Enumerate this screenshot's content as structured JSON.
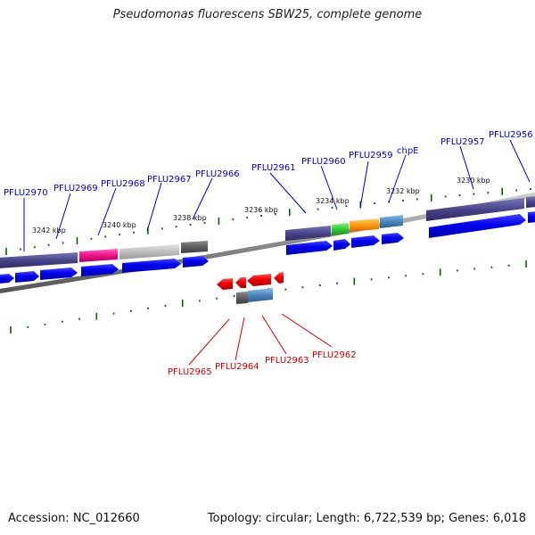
{
  "title": "Pseudomonas fluorescens SBW25, complete genome",
  "footer": {
    "accession": "Accession: NC_012660",
    "topology": "Topology: circular; Length: 6,722,539 bp; Genes: 6,018"
  },
  "scale_labels": [
    "3242 kbp",
    "3240 kbp",
    "3238 kbp",
    "3236 kbp",
    "3234 kbp",
    "3232 kbp",
    "3230 kbp"
  ],
  "genes_top": [
    "PFLU2970",
    "PFLU2969",
    "PFLU2968",
    "PFLU2967",
    "PFLU2966",
    "PFLU2961",
    "PFLU2960",
    "PFLU2959",
    "chpE",
    "PFLU2957",
    "PFLU2956"
  ],
  "genes_bottom": [
    "PFLU2965",
    "PFLU2964",
    "PFLU2963",
    "PFLU2962"
  ],
  "colors": {
    "forward_arrow": "#0000ee",
    "reverse_arrow": "#ee0000",
    "label_top": "#0000cc",
    "label_bottom": "#cc0000",
    "tick": "#006600",
    "backbone": "#888888"
  }
}
